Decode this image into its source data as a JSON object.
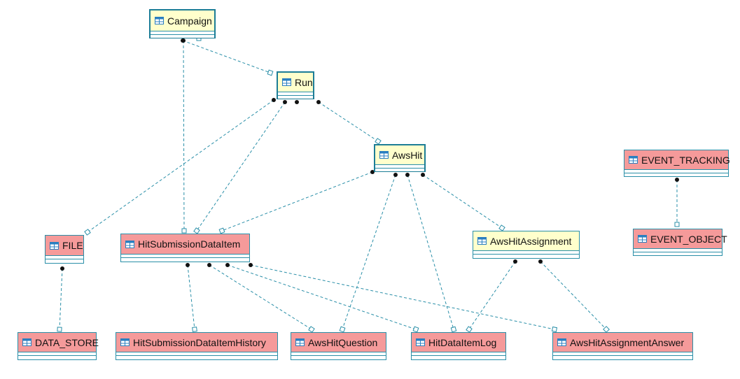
{
  "colors": {
    "border": "#2a8fa8",
    "line": "#2a8fa8",
    "entity_yellow": "#ffffcc",
    "entity_red": "#f59a9a",
    "marker_filled": "#111111"
  },
  "entities": {
    "campaign": {
      "name": "Campaign",
      "icon": "table-icon",
      "style": "yellow"
    },
    "run": {
      "name": "Run",
      "icon": "table-icon",
      "style": "yellow"
    },
    "awshit": {
      "name": "AwsHit",
      "icon": "table-icon",
      "style": "yellow"
    },
    "event_tracking": {
      "name": "EVENT_TRACKING",
      "icon": "table-icon",
      "style": "red"
    },
    "event_object": {
      "name": "EVENT_OBJECT",
      "icon": "table-icon",
      "style": "red"
    },
    "file": {
      "name": "FILE",
      "icon": "table-icon",
      "style": "red"
    },
    "hit_submission_data_item": {
      "name": "HitSubmissionDataItem",
      "icon": "table-icon",
      "style": "red"
    },
    "aws_hit_assignment": {
      "name": "AwsHitAssignment",
      "icon": "table-icon",
      "style": "yellow"
    },
    "data_store": {
      "name": "DATA_STORE",
      "icon": "table-icon",
      "style": "red"
    },
    "hit_submission_data_item_history": {
      "name": "HitSubmissionDataItemHistory",
      "icon": "table-icon",
      "style": "red"
    },
    "aws_hit_question": {
      "name": "AwsHitQuestion",
      "icon": "table-icon",
      "style": "red"
    },
    "hit_data_item_log": {
      "name": "HitDataItemLog",
      "icon": "table-icon",
      "style": "red"
    },
    "aws_hit_assignment_answer": {
      "name": "AwsHitAssignmentAnswer",
      "icon": "table-icon",
      "style": "red"
    }
  },
  "relationships": [
    {
      "from": "campaign",
      "to": "run"
    },
    {
      "from": "campaign",
      "to": "hit_submission_data_item"
    },
    {
      "from": "run",
      "to": "awshit"
    },
    {
      "from": "run",
      "to": "file"
    },
    {
      "from": "run",
      "to": "hit_submission_data_item"
    },
    {
      "from": "awshit",
      "to": "hit_submission_data_item"
    },
    {
      "from": "awshit",
      "to": "aws_hit_question"
    },
    {
      "from": "awshit",
      "to": "hit_data_item_log"
    },
    {
      "from": "awshit",
      "to": "aws_hit_assignment"
    },
    {
      "from": "event_tracking",
      "to": "event_object"
    },
    {
      "from": "file",
      "to": "data_store"
    },
    {
      "from": "hit_submission_data_item",
      "to": "hit_submission_data_item_history"
    },
    {
      "from": "hit_submission_data_item",
      "to": "aws_hit_question"
    },
    {
      "from": "hit_submission_data_item",
      "to": "hit_data_item_log"
    },
    {
      "from": "hit_submission_data_item",
      "to": "aws_hit_assignment_answer"
    },
    {
      "from": "aws_hit_assignment",
      "to": "hit_data_item_log"
    },
    {
      "from": "aws_hit_assignment",
      "to": "aws_hit_assignment_answer"
    }
  ]
}
